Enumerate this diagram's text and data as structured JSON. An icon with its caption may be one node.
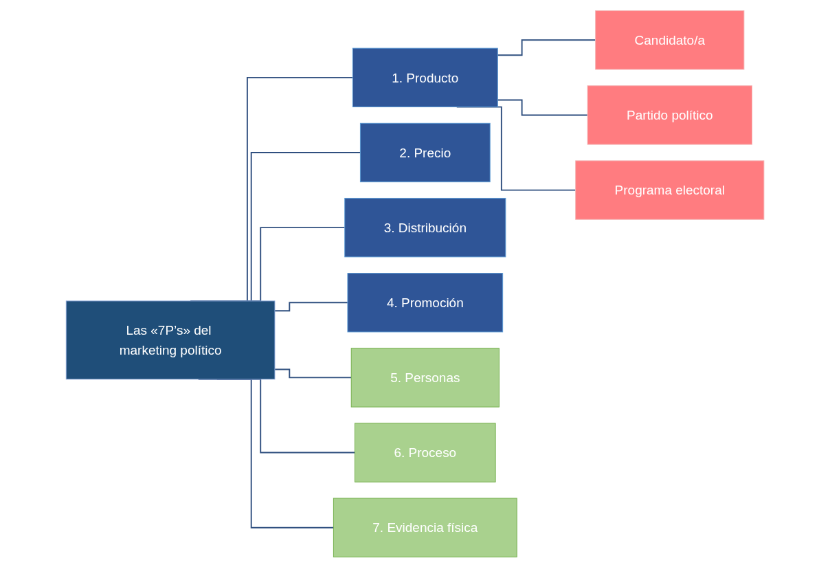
{
  "diagram": {
    "nodes": [
      {
        "text": [
          "Las «7P’s» del marketing político"
        ]
      },
      {
        "text": [
          "1. Producto"
        ]
      },
      {
        "text": [
          "2. Precio"
        ]
      },
      {
        "text": [
          "3. Distribución"
        ]
      },
      {
        "text": [
          "4. Promoción"
        ]
      },
      {
        "text": [
          "5. Personas"
        ]
      },
      {
        "text": [
          "6. Proceso"
        ]
      },
      {
        "text": [
          "7. Evidencia física"
        ]
      },
      {
        "text": [
          "Candidato/a"
        ]
      },
      {
        "text": [
          "Partido político"
        ]
      },
      {
        "text": [
          "Programa electoral"
        ]
      }
    ],
    "edges": [
      {
        "from": 0,
        "to": 1,
        "arrow": "none"
      },
      {
        "from": 0,
        "to": 2,
        "arrow": "none"
      },
      {
        "from": 0,
        "to": 3,
        "arrow": "none"
      },
      {
        "from": 0,
        "to": 4,
        "arrow": "none"
      },
      {
        "from": 0,
        "to": 5,
        "arrow": "none"
      },
      {
        "from": 0,
        "to": 6,
        "arrow": "none"
      },
      {
        "from": 0,
        "to": 7,
        "arrow": "none"
      },
      {
        "from": 1,
        "to": 8,
        "arrow": "none"
      },
      {
        "from": 1,
        "to": 9,
        "arrow": "none"
      },
      {
        "from": 1,
        "to": 10,
        "arrow": "none"
      }
    ]
  }
}
